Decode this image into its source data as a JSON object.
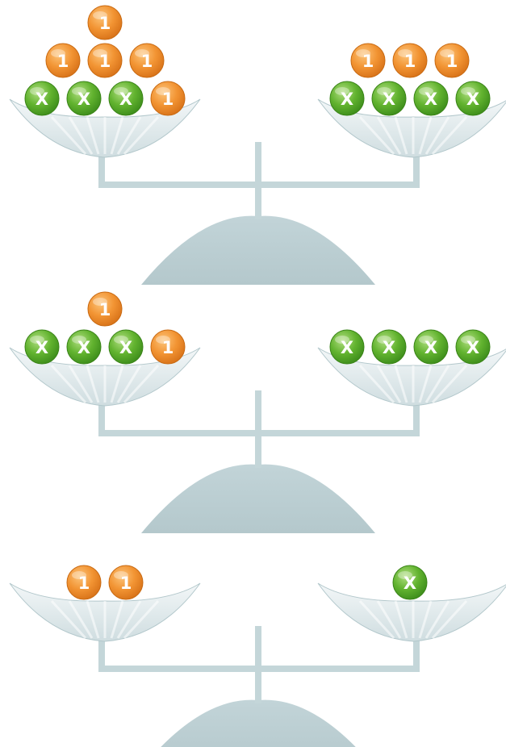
{
  "colors": {
    "background": "#ffffff",
    "scale": "#c4d6d9",
    "scale_dark": "#b2c7cb",
    "pan_light": "#eaf1f2",
    "orange": "#ef8f2c",
    "orange_light": "#fbc073",
    "green": "#5cae2c",
    "green_light": "#a6d873",
    "token_text": "#ffffff"
  },
  "token_icons": {
    "one": "orange-one-token",
    "x": "green-x-token"
  },
  "scales": [
    {
      "left_pan": {
        "rows": [
          [
            "X",
            "X",
            "X",
            "1"
          ],
          [
            "1",
            "1",
            "1"
          ],
          [
            "1"
          ]
        ]
      },
      "right_pan": {
        "rows": [
          [
            "X",
            "X",
            "X",
            "X"
          ],
          [
            "1",
            "1",
            "1"
          ]
        ]
      }
    },
    {
      "left_pan": {
        "rows": [
          [
            "X",
            "X",
            "X",
            "1"
          ],
          [
            "1"
          ]
        ]
      },
      "right_pan": {
        "rows": [
          [
            "X",
            "X",
            "X",
            "X"
          ]
        ]
      }
    },
    {
      "left_pan": {
        "rows": [
          [
            "1",
            "1"
          ]
        ]
      },
      "right_pan": {
        "rows": [
          [
            "X"
          ]
        ]
      }
    }
  ]
}
